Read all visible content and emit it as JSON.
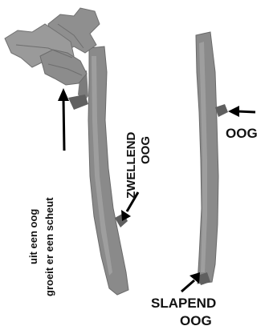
{
  "labels": {
    "zwellend_line1": "ZWELLEND",
    "zwellend_line2": "OOG",
    "oog": "OOG",
    "slapend_line1": "SLAPEND",
    "slapend_line2": "OOG",
    "uit_line1": "uit een oog",
    "uit_line2": "groeit er een scheut"
  },
  "colors": {
    "stem": "#8a8a8a",
    "stem_dark": "#6a6a6a",
    "stem_light": "#a6a6a6",
    "leaf": "#9a9a9a",
    "leaf_dark": "#707070",
    "arrow": "#000000",
    "text": "#111111"
  }
}
